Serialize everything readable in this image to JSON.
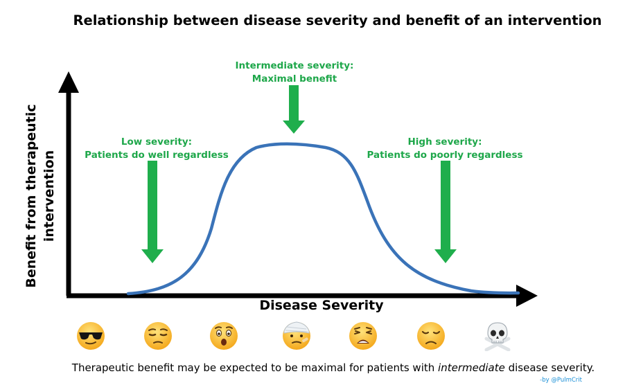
{
  "title": "Relationship between disease severity and benefit of an intervention",
  "axes": {
    "y_label_line1": "Benefit from therapeutic",
    "y_label_line2": "intervention",
    "x_label": "Disease Severity"
  },
  "annotations": {
    "low": {
      "line1": "Low severity:",
      "line2": "Patients do well regardless"
    },
    "intermediate": {
      "line1": "Intermediate severity:",
      "line2": "Maximal benefit"
    },
    "high": {
      "line1": "High severity:",
      "line2": "Patients do poorly regardless"
    }
  },
  "emojis": [
    {
      "icon": "sunglasses-face-icon"
    },
    {
      "icon": "unamused-face-icon"
    },
    {
      "icon": "astonished-face-icon"
    },
    {
      "icon": "bandaged-face-icon"
    },
    {
      "icon": "weary-face-icon"
    },
    {
      "icon": "disappointed-face-icon"
    },
    {
      "icon": "skull-crossbones-icon"
    }
  ],
  "caption": {
    "before": "Therapeutic benefit may be expected to be maximal for patients with ",
    "emphasis": "intermediate",
    "after": " disease severity."
  },
  "credit": "-by @PulmCrit",
  "colors": {
    "curve": "#3a73b8",
    "annotation": "#1ea74a",
    "arrow_fill": "#1fae4c",
    "axis": "#000000",
    "credit": "#1a8fd6"
  }
}
